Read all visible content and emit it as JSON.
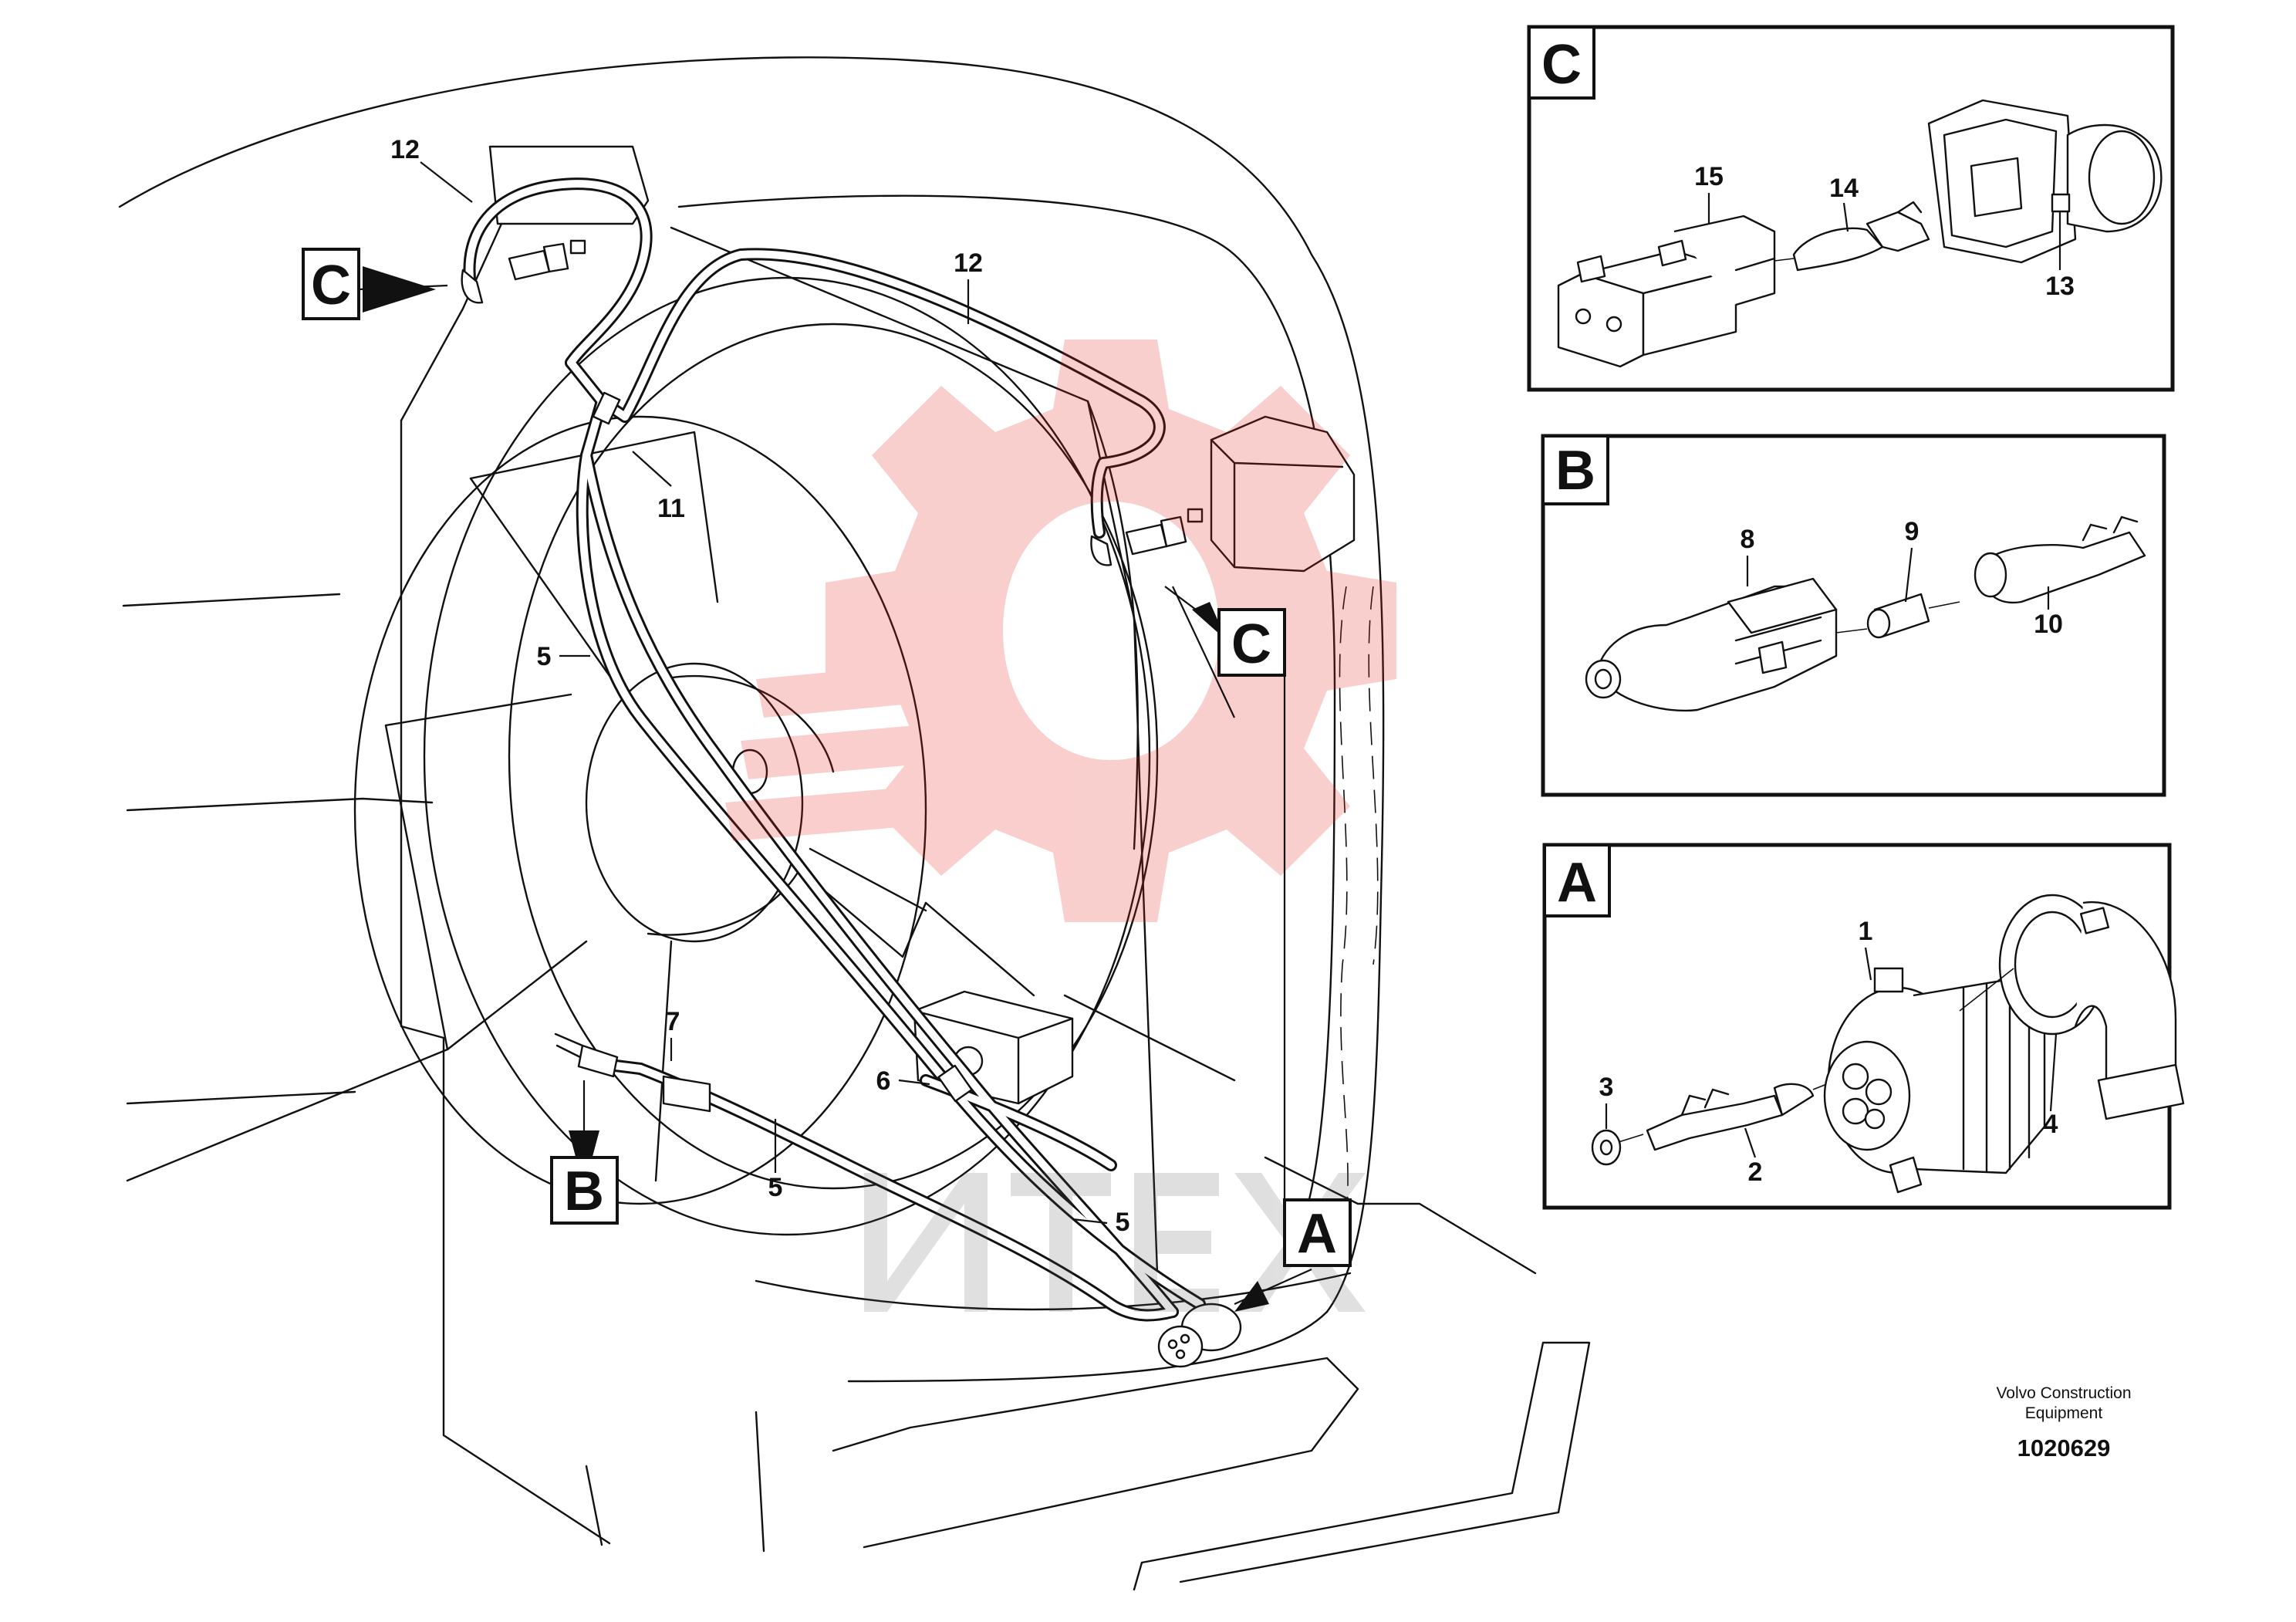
{
  "callouts": {
    "n12a": "12",
    "n12b": "12",
    "n11": "11",
    "n5a": "5",
    "n5b": "5",
    "n5c": "5",
    "n6": "6",
    "n7": "7",
    "n15": "15",
    "n14": "14",
    "n13": "13",
    "n8": "8",
    "n9": "9",
    "n10": "10",
    "n1": "1",
    "n2": "2",
    "n3": "3",
    "n4": "4"
  },
  "view_labels": {
    "c_left": "C",
    "c_mid": "C",
    "b_main": "B",
    "a_main": "A",
    "c_panel": "C",
    "b_panel": "B",
    "a_panel": "A"
  },
  "footer": {
    "company_line1": "Volvo Construction",
    "company_line2": "Equipment",
    "drawing_no": "1020629"
  },
  "colors": {
    "line": "#111111",
    "background": "#ffffff"
  }
}
